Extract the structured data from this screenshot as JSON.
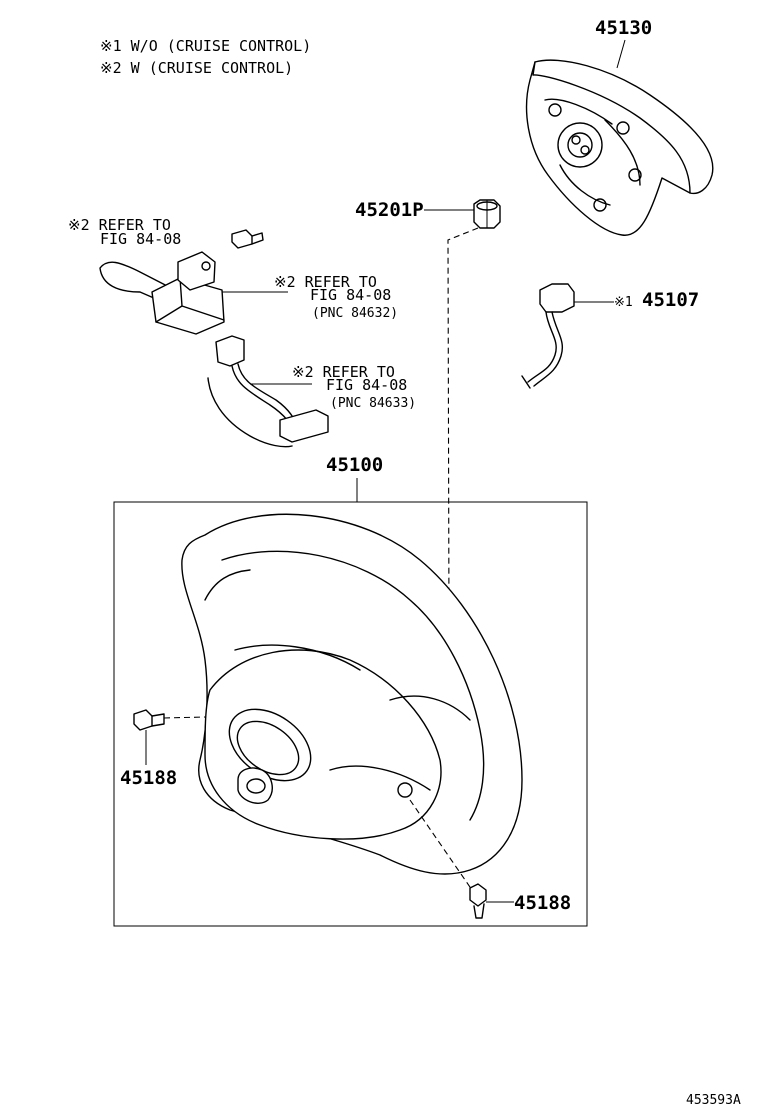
{
  "notes": {
    "note1": "※1 W/O (CRUISE CONTROL)",
    "note2": "※2 W (CRUISE CONTROL)"
  },
  "parts": {
    "p45130": "45130",
    "p45201p": "45201P",
    "p45107": "45107",
    "p45100": "45100",
    "p45188_left": "45188",
    "p45188_right": "45188"
  },
  "refs": {
    "ref_a": {
      "line1": "※2 REFER TO",
      "line2": "FIG 84-08"
    },
    "ref_b": {
      "line1": "※2 REFER TO",
      "line2": "FIG 84-08",
      "line3": "(PNC 84632)"
    },
    "ref_c": {
      "line1": "※2 REFER TO",
      "line2": "FIG 84-08",
      "line3": "(PNC 84633)"
    },
    "mark_45107": "※1"
  },
  "footer": {
    "figure_code": "453593A"
  },
  "colors": {
    "ink": "#000000",
    "paper": "#ffffff"
  }
}
